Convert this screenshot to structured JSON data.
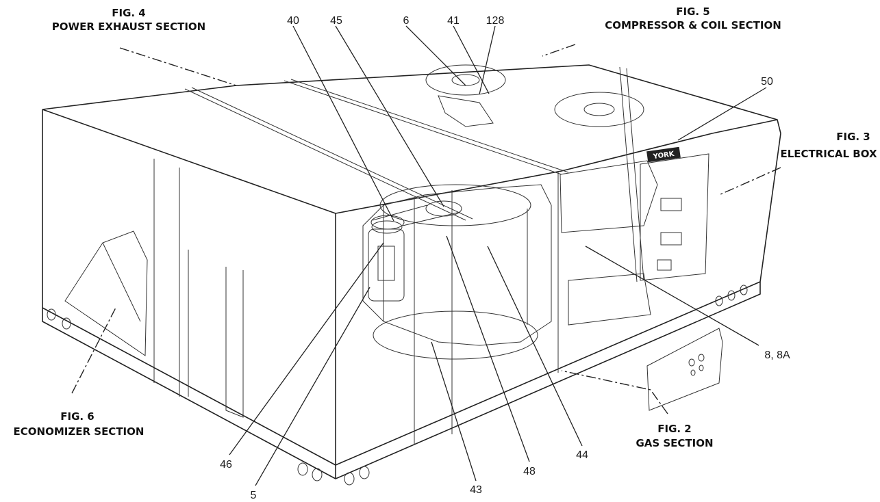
{
  "section_labels": {
    "fig4": {
      "fig": "FIG. 4",
      "name": "POWER EXHAUST SECTION"
    },
    "fig5": {
      "fig": "FIG. 5",
      "name": "COMPRESSOR & COIL SECTION"
    },
    "fig3": {
      "fig": "FIG. 3",
      "name": "ELECTRICAL BOX"
    },
    "fig6": {
      "fig": "FIG. 6",
      "name": "ECONOMIZER SECTION"
    },
    "fig2": {
      "fig": "FIG. 2",
      "name": "GAS  SECTION"
    }
  },
  "callouts": {
    "c40": "40",
    "c45": "45",
    "c6": "6",
    "c41": "41",
    "c128": "128",
    "c50": "50",
    "c8": "8, 8A",
    "c46": "46",
    "c5": "5",
    "c43": "43",
    "c48": "48",
    "c44": "44"
  },
  "brand_plate": "YORK"
}
